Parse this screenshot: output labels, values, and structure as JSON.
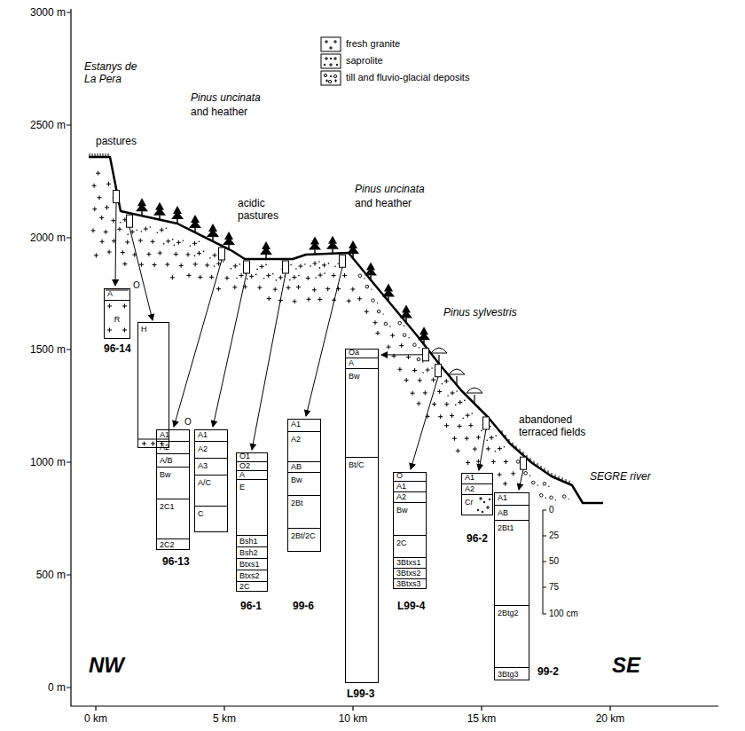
{
  "diagram": {
    "nodes": [
      {
        "text": [
          "96-14",
          "O",
          "A",
          "R"
        ]
      },
      {
        "text": [
          "H"
        ]
      },
      {
        "text": [
          "96-13",
          "O",
          "A1",
          "A2",
          "A/B",
          "Bw",
          "2C1",
          "2C2"
        ]
      },
      {
        "text": [
          "A1",
          "A2",
          "A3",
          "A/C",
          "C"
        ]
      },
      {
        "text": [
          "96-1",
          "O1",
          "O2",
          "A",
          "E",
          "Bsh1",
          "Bsh2",
          "Btxs1",
          "Btxs2",
          "2C"
        ]
      },
      {
        "text": [
          "99-6",
          "A1",
          "A2",
          "AB",
          "Bw",
          "2Bt",
          "2Bt/2C"
        ]
      },
      {
        "text": [
          "L99-3",
          "Oa",
          "A",
          "Bw",
          "Bt/C"
        ]
      },
      {
        "text": [
          "L99-4",
          "O",
          "A1",
          "A2",
          "Bw",
          "2C",
          "3Btxs1",
          "3Btxs2",
          "3Btxs3"
        ]
      },
      {
        "text": [
          "96-2",
          "A1",
          "A2",
          "Cr"
        ]
      },
      {
        "text": [
          "99-2",
          "A1",
          "AB",
          "2Bt1",
          "2Btg2",
          "3Btg3"
        ]
      }
    ],
    "labels": [
      "3000 m",
      "2500 m",
      "2000 m",
      "1500 m",
      "1000 m",
      "500 m",
      "0 m",
      "0 km",
      "5 km",
      "10 km",
      "15 km",
      "20 km",
      "Estanys de La Pera",
      "pastures",
      "Pinus uncinata",
      "and heather",
      "acidic pastures",
      "Pinus uncinata",
      "and heather",
      "Pinus sylvestris",
      "abandoned terraced fields",
      "SEGRE river",
      "NW",
      "SE",
      "0",
      "25",
      "50",
      "75",
      "100 cm"
    ],
    "legend": [
      {
        "text": "fresh granite"
      },
      {
        "text": "saprolite"
      },
      {
        "text": "till and fluvio-glacial deposits"
      }
    ]
  }
}
